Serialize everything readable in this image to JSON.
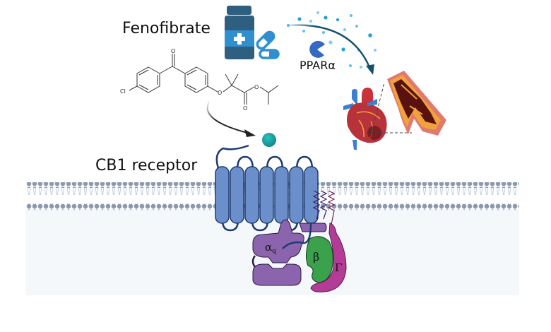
{
  "figure": {
    "labels": {
      "drug": "Fenofibrate",
      "target": "PPARα",
      "receptor": "CB1 receptor",
      "g_alpha": "α",
      "g_alpha_sub": "q",
      "g_beta": "β",
      "g_gamma": "Γ"
    },
    "molecule_atoms": {
      "carbonyl_o": "O",
      "chlorine": "Cl",
      "ether_o": "O",
      "ester_o": "O",
      "ester_carbonyl_o": "O"
    },
    "icons": [
      "medicine-bottle-icon",
      "pills-icon",
      "pacman-protein-icon",
      "heart-icon",
      "artery-plaque-icon",
      "ligand-ball-icon"
    ],
    "colors": {
      "bottle_dark": "#2f5f7f",
      "bottle_light": "#2f8fcf",
      "receptor_fill": "#6a8fca",
      "receptor_stroke": "#1e3a72",
      "ligand": "#159a9c",
      "membrane_head": "#8c98ad",
      "cytoplasm": "#f4f8fa",
      "g_alpha": "#8c64ad",
      "g_beta": "#3aa14c",
      "g_gamma": "#b33c96",
      "pparalpha": "#3469c4",
      "arrow_teal": "#14506e"
    }
  }
}
